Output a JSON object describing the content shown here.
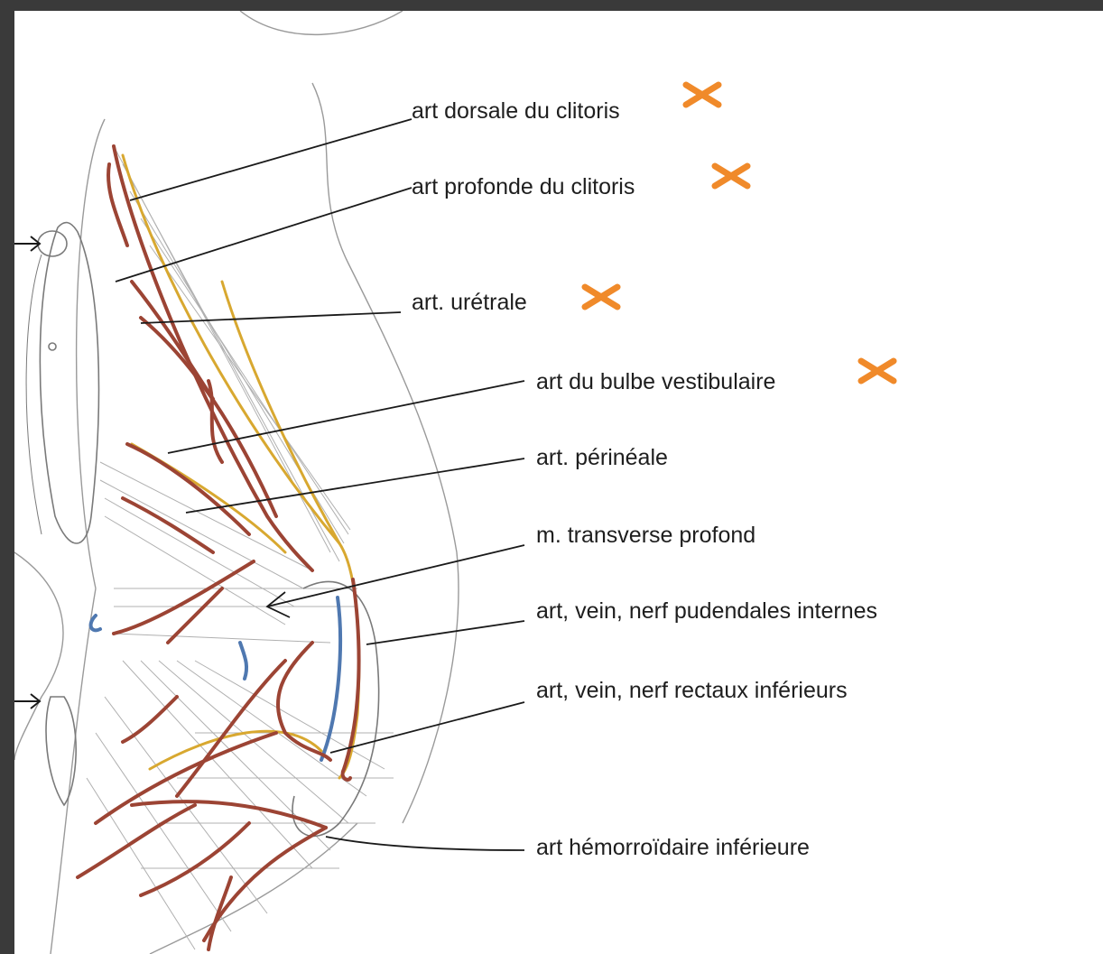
{
  "labels": [
    {
      "id": "dorsale",
      "text": "art dorsale du clitoris",
      "crossed": true
    },
    {
      "id": "profonde",
      "text": "art profonde du clitoris",
      "crossed": true
    },
    {
      "id": "uretrale",
      "text": "art. urétrale",
      "crossed": true
    },
    {
      "id": "bulbe",
      "text": "art du bulbe vestibulaire",
      "crossed": true
    },
    {
      "id": "perineale",
      "text": "art. périnéale",
      "crossed": false
    },
    {
      "id": "transverse",
      "text": "m. transverse profond",
      "crossed": false
    },
    {
      "id": "pudendales",
      "text": "art, vein, nerf pudendales internes",
      "crossed": false
    },
    {
      "id": "rectaux",
      "text": "art, vein, nerf rectaux inférieurs",
      "crossed": false
    },
    {
      "id": "hemorroidaire",
      "text": "art hémorroïdaire inférieure",
      "crossed": false
    }
  ],
  "icons": {
    "cross_mark": "orange-x-mark-icon"
  },
  "colors": {
    "background": "#3a3a3a",
    "slide": "#ffffff",
    "artery": "#9c4434",
    "vein": "#4f78b0",
    "nerve": "#d8a830",
    "cross_mark": "#f08a2a",
    "leader_line": "#1a1a1a",
    "sketch": "#8a8a8a"
  }
}
